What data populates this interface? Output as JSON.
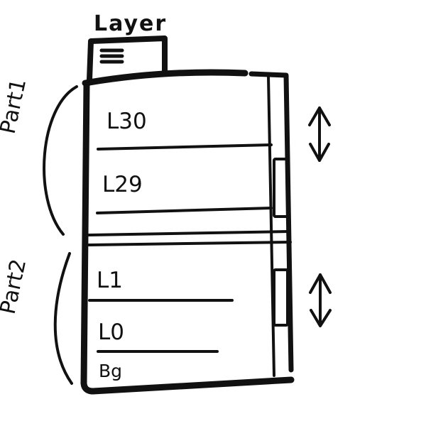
{
  "panel": {
    "title": "Layer",
    "menu_icon": "hamburger-menu-icon"
  },
  "groups": [
    {
      "label": "Part1",
      "layers": [
        "L30",
        "L29"
      ]
    },
    {
      "label": "Part2",
      "layers": [
        "L1",
        "L0",
        "Bg"
      ]
    }
  ],
  "icons": {
    "scroll_part1": "double-arrow-vertical-icon",
    "scroll_part2": "double-arrow-vertical-icon"
  },
  "colors": {
    "ink": "#111111",
    "paper": "#ffffff"
  }
}
